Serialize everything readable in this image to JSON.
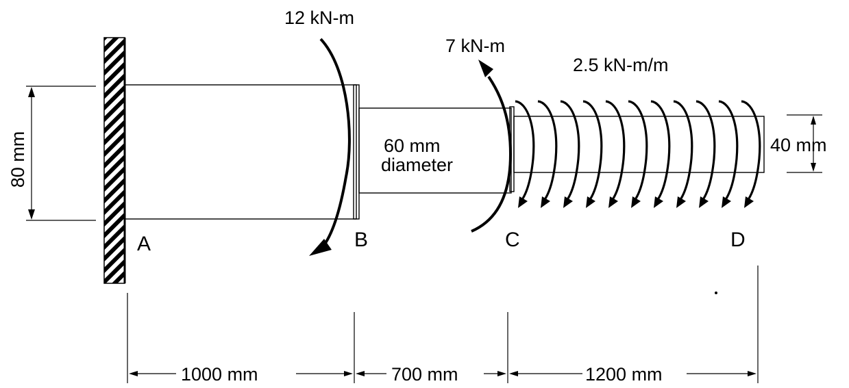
{
  "moments": {
    "b_torque": "12 kN-m",
    "c_torque": "7 kN-m",
    "distributed": "2.5 kN-m/m"
  },
  "shaft": {
    "mid_label_line1": "60 mm",
    "mid_label_line2": "diameter"
  },
  "dimensions": {
    "left_diameter": "80 mm",
    "right_diameter": "40 mm",
    "ab_length": "1000 mm",
    "bc_length": "700 mm",
    "cd_length": "1200 mm"
  },
  "points": {
    "a": "A",
    "b": "B",
    "c": "C",
    "d": "D"
  }
}
